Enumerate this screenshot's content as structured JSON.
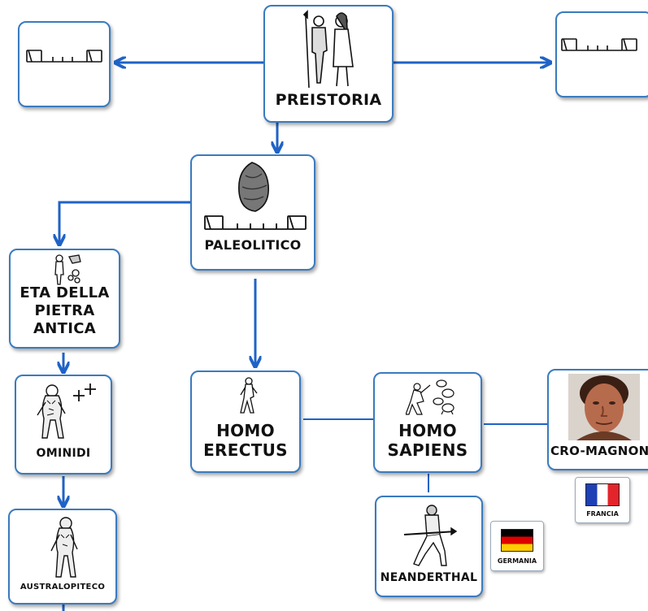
{
  "nodes": {
    "preistoria": "PREISTORIA",
    "paleolitico": "PALEOLITICO",
    "eta_line1": "ETA  DELLA",
    "eta_line2": "PIETRA",
    "eta_line3": "ANTICA",
    "ominidi": "OMINIDI",
    "australopiteco": "AUSTRALOPITECO",
    "erectus_line1": "HOMO",
    "erectus_line2": "ERECTUS",
    "sapiens_line1": "HOMO",
    "sapiens_line2": "SAPIENS",
    "cromagnon": "CRO-MAGNON",
    "neanderthal": "NEANDERTHAL"
  },
  "flags": {
    "francia": "FRANCIA",
    "germania": "GERMANIA"
  },
  "colors": {
    "arrow": "#1f63c6",
    "border": "#3a7bbf"
  }
}
